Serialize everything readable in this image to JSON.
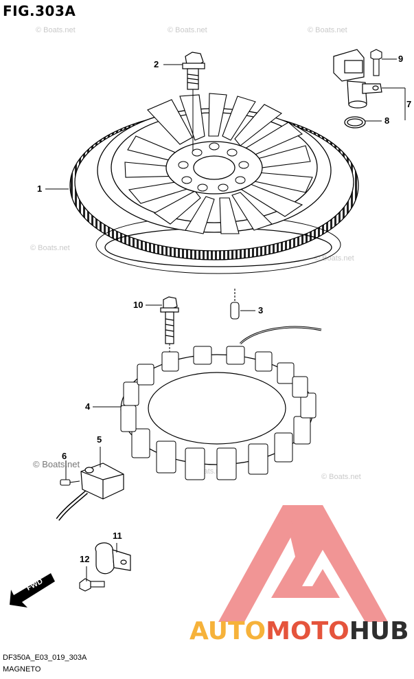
{
  "figure": {
    "title": "FIG.303A",
    "code": "DF350A_E03_019_303A",
    "name": "MAGNETO"
  },
  "watermark": {
    "text": "© Boats.net"
  },
  "brand": {
    "part1": "AUTO",
    "part2": "MOTO",
    "part3": "HUB",
    "colors": {
      "auto": "#f6b23a",
      "moto": "#e5543c",
      "hub": "#2e2e2e",
      "logo": "#f08080"
    }
  },
  "fwd_arrow": {
    "label": "FWD"
  },
  "callouts": [
    {
      "number": "1",
      "part": "flywheel"
    },
    {
      "number": "2",
      "part": "flywheel-bolt"
    },
    {
      "number": "3",
      "part": "dowel-pin"
    },
    {
      "number": "4",
      "part": "stator"
    },
    {
      "number": "5",
      "part": "pickup-coil"
    },
    {
      "number": "6",
      "part": "pickup-screw"
    },
    {
      "number": "7",
      "part": "crank-sensor-assembly"
    },
    {
      "number": "8",
      "part": "o-ring"
    },
    {
      "number": "9",
      "part": "sensor-bolt"
    },
    {
      "number": "10",
      "part": "stator-bolt"
    },
    {
      "number": "11",
      "part": "clamp"
    },
    {
      "number": "12",
      "part": "clamp-bolt"
    }
  ]
}
